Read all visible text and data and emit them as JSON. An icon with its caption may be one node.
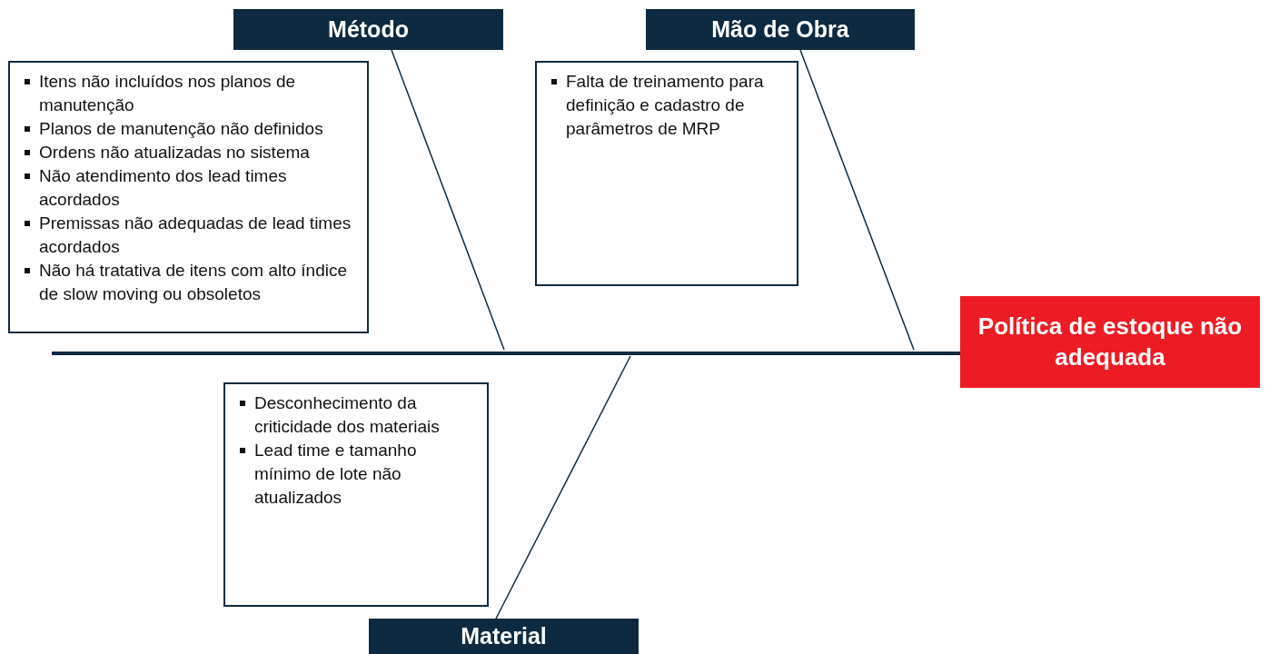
{
  "diagram": {
    "nodes": [
      {
        "text": [
          "Método"
        ]
      },
      {
        "text": [
          "Mão de Obra"
        ]
      },
      {
        "text": [
          "Material"
        ]
      },
      {
        "text": [
          "Política de estoque não adequada"
        ]
      },
      {
        "text": [
          "Itens não incluídos nos planos de manutenção",
          "Planos de manutenção não definidos",
          "Ordens não atualizadas no sistema",
          "Não atendimento dos lead times acordados",
          "Premissas não adequadas de lead times acordados",
          "Não há tratativa de itens com alto índice de slow moving ou obsoletos"
        ]
      },
      {
        "text": [
          "Falta de treinamento para definição e cadastro de parâmetros de MRP"
        ]
      },
      {
        "text": [
          "Desconhecimento da criticidade dos materiais",
          "Lead time e tamanho mínimo de lote não atualizados"
        ]
      }
    ],
    "edges": [
      {
        "from": 0,
        "to": null,
        "arrow": "none"
      },
      {
        "from": 1,
        "to": null,
        "arrow": "none"
      },
      {
        "from": 2,
        "to": null,
        "arrow": "none"
      },
      {
        "from": null,
        "to": 3,
        "arrow": "none",
        "style": "thick"
      }
    ]
  }
}
